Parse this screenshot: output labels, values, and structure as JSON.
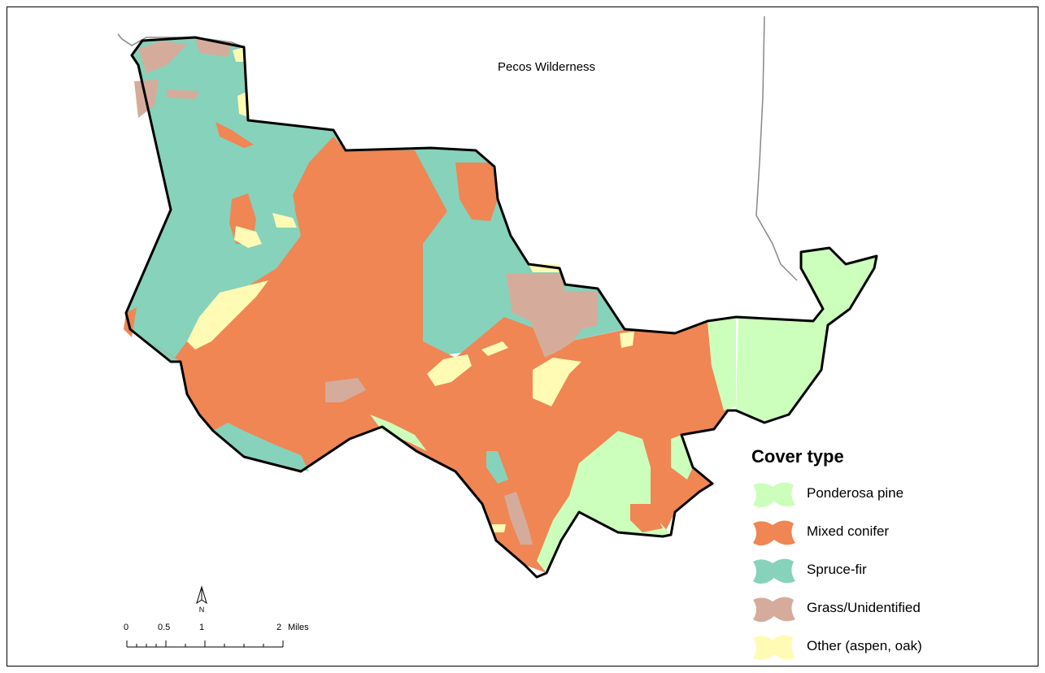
{
  "map": {
    "region_label": "Pecos Wilderness",
    "legend": {
      "title": "Cover type",
      "items": [
        {
          "label": "Ponderosa pine",
          "color": "#ccffbb"
        },
        {
          "label": "Mixed conifer",
          "color": "#ef8654"
        },
        {
          "label": "Spruce-fir",
          "color": "#87d2ba"
        },
        {
          "label": "Grass/Unidentified",
          "color": "#d5ac9b"
        },
        {
          "label": "Other (aspen, oak)",
          "color": "#fffbb4"
        }
      ]
    },
    "north_arrow": {
      "label": "N",
      "icon": "north-arrow-icon"
    },
    "scale_bar": {
      "labels": [
        "0",
        "0.5",
        "1",
        "2"
      ],
      "unit": "Miles"
    },
    "colors": {
      "boundary": "#000000",
      "wilderness_line": "#888888"
    }
  }
}
